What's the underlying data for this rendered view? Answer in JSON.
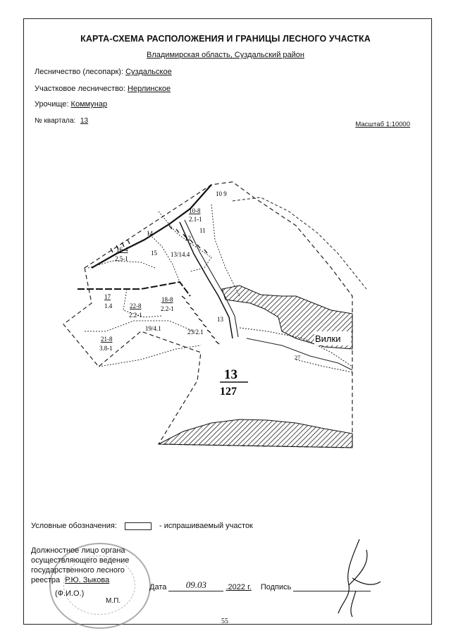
{
  "doc": {
    "title": "КАРТА-СХЕМА РАСПОЛОЖЕНИЯ И ГРАНИЦЫ ЛЕСНОГО УЧАСТКА",
    "region": "Владимирская область, Суздальский район",
    "forestry_label": "Лесничество (лесопарк):",
    "forestry_value": "Суздальское",
    "district_label": "Участковое лесничество:",
    "district_value": "Нерлинское",
    "tract_label": "Урочище:",
    "tract_value": "Коммунар",
    "quarter_label": "№ квартала:",
    "quarter_value": "13",
    "scale": "Масштаб 1:10000"
  },
  "map": {
    "labels": {
      "l10_9": "10 9",
      "l10_8": "10-8",
      "l2_1_1": "2.1-1",
      "l11": "11",
      "l12": "12",
      "l14": "14",
      "l16_4": "16-4",
      "l2_5_1": "2.5-1",
      "l15": "15",
      "l13_14": "13/14.4",
      "l17": "17",
      "l1_4": "1.4",
      "l22_8": "22-8",
      "l2_2_1a": "2.2-1",
      "l18_8": "18-8",
      "l2_2_1b": "2.2-1",
      "l13r": "13",
      "l19": "19/4.1",
      "l23": "23/2.1",
      "l21_8": "21-8",
      "l3_8_1": "3.8-1",
      "l27": "27",
      "village": "Вилки",
      "quarter_num": "13",
      "quarter_area": "127"
    }
  },
  "legend": {
    "label": "Условные обозначения:",
    "desc": "- испрашиваемый участок"
  },
  "signature": {
    "official_line1": "Должностное лицо органа",
    "official_line2": "осуществляющего ведение",
    "official_line3": "государственного лесного",
    "official_line4_prefix": "реестра",
    "official_name": "Р.Ю. Зыкова",
    "fio": "(Ф.И.О.)",
    "mp": "М.П.",
    "date_label": "Дата",
    "date_value": "09.03",
    "year": ".2022 г.",
    "sign_label": "Подпись"
  },
  "page_number": "55"
}
